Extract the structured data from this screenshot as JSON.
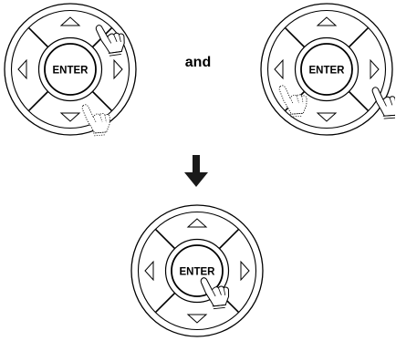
{
  "pads": [
    {
      "id": "pad-left",
      "enter_label": "ENTER",
      "pressed": "up",
      "dotted": "down"
    },
    {
      "id": "pad-right",
      "enter_label": "ENTER",
      "pressed": "right",
      "dotted": "left"
    },
    {
      "id": "pad-bottom",
      "enter_label": "ENTER",
      "pressed": "enter",
      "dotted": ""
    }
  ],
  "conjunction": "and",
  "icons": {
    "flow_arrow": "down-arrow-icon",
    "hand": "pointing-hand-icon"
  }
}
